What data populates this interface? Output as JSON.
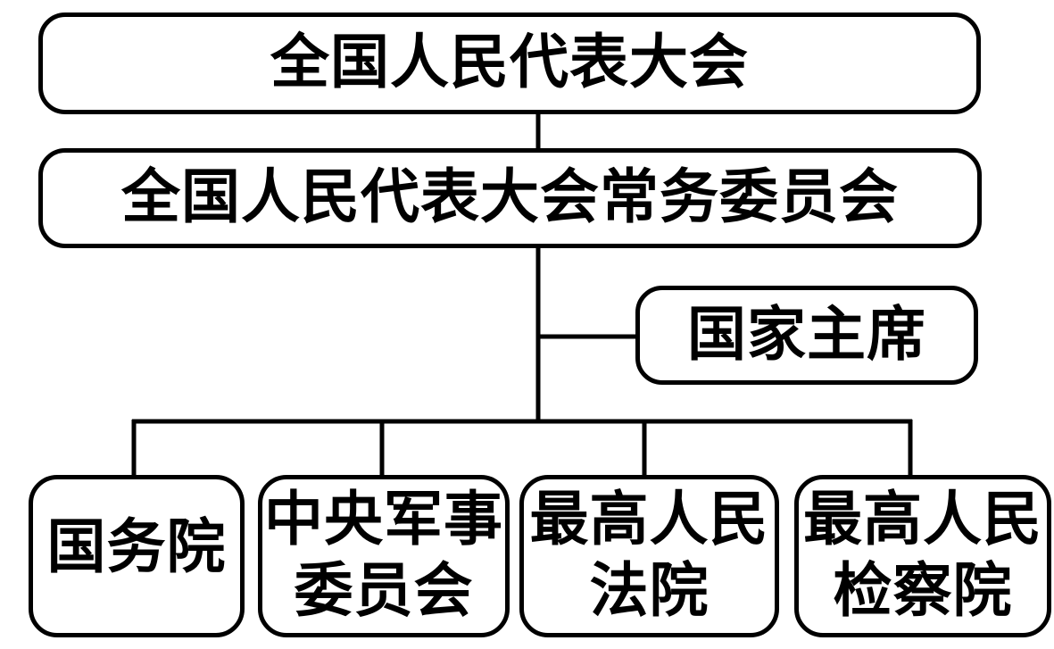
{
  "diagram": {
    "type": "org-chart",
    "language": "zh-CN",
    "nodes": {
      "npc": {
        "label": "全国人民代表大会"
      },
      "npcsc": {
        "label": "全国人民代表大会常务委员会"
      },
      "president": {
        "label": "国家主席"
      },
      "state_council": {
        "label": "国务院"
      },
      "cmc": {
        "label": "中央军事委员会",
        "line1": "中央军事",
        "line2": "委员会"
      },
      "supreme_court": {
        "label": "最高人民法院",
        "line1": "最高人民",
        "line2": "法院"
      },
      "supreme_procuratorate": {
        "label": "最高人民检察院",
        "line1": "最高人民",
        "line2": "检察院"
      }
    },
    "edges": [
      {
        "from": "npc",
        "to": "npcsc"
      },
      {
        "from": "npcsc",
        "to": "president"
      },
      {
        "from": "npcsc",
        "to": "state_council"
      },
      {
        "from": "npcsc",
        "to": "cmc"
      },
      {
        "from": "npcsc",
        "to": "supreme_court"
      },
      {
        "from": "npcsc",
        "to": "supreme_procuratorate"
      }
    ],
    "colors": {
      "line": "#000000",
      "background": "#ffffff",
      "text": "#000000"
    }
  }
}
